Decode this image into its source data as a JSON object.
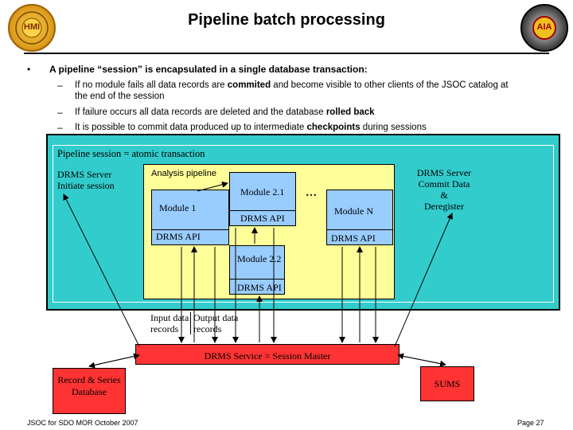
{
  "slide": {
    "title": "Pipeline batch processing",
    "bullet": "•",
    "main_point": "A pipeline “session” is encapsulated in a single database transaction:",
    "subpoints": [
      {
        "dash": "–",
        "pre": "If no module fails all data records are ",
        "bold": "commited",
        "post": " and become visible to other clients of the JSOC catalog at the end of the session"
      },
      {
        "dash": "–",
        "pre": "If failure occurs all data records are deleted and the database ",
        "bold": "rolled back",
        "post": ""
      },
      {
        "dash": "–",
        "pre": "It is possible to commit data produced up to intermediate ",
        "bold": "checkpoints",
        "post": " during sessions"
      }
    ]
  },
  "logos": {
    "left_text": "HMI",
    "right_text": "AIA"
  },
  "diagram": {
    "session_label": "Pipeline session = atomic transaction",
    "server_initiate": [
      "DRMS Server",
      "Initiate session"
    ],
    "analysis_pipeline": "Analysis pipeline",
    "module1": "Module 1",
    "module1_api": "DRMS API",
    "module21": "Module 2.1",
    "module21_api": "DRMS API",
    "ellipsis": "…",
    "moduleN": "Module N",
    "moduleN_api": "DRMS API",
    "module22": "Module 2.2",
    "module22_api": "DRMS API",
    "server_commit": [
      "DRMS Server",
      "Commit Data",
      "&",
      "Deregister"
    ],
    "input_records": [
      "Input data",
      "records"
    ],
    "output_records": [
      "Output data",
      "records"
    ],
    "session_master": "DRMS Service = Session Master",
    "database": [
      "Record & Series",
      "Database"
    ],
    "sums": "SUMS"
  },
  "footer": {
    "left": "JSOC for SDO MOR October 2007",
    "right": "Page 27"
  },
  "colors": {
    "session_fill": "#33cccc",
    "pipeline_fill": "#ffff99",
    "master_fill": "#ff3333",
    "module_fill": "#99ccff",
    "db_fill": "#ff3333"
  }
}
